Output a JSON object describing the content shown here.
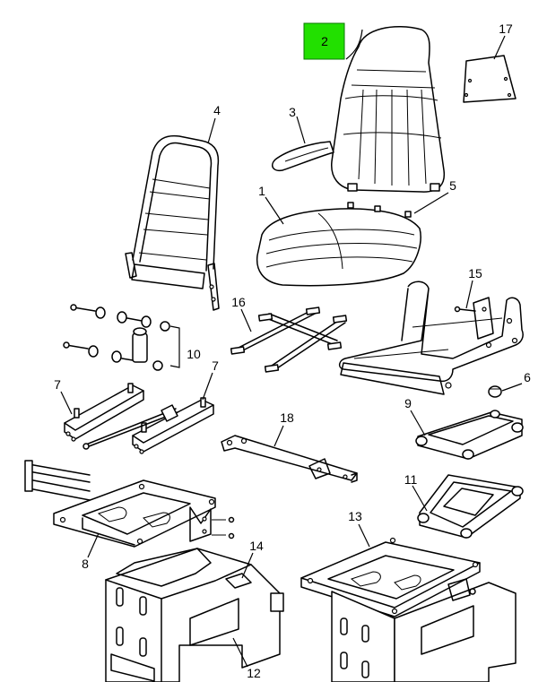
{
  "diagram": {
    "highlight_color": "#22e000",
    "callouts": {
      "c1": "1",
      "c2": "2",
      "c3": "3",
      "c4": "4",
      "c5": "5",
      "c6": "6",
      "c7a": "7",
      "c7b": "7",
      "c8": "8",
      "c9": "9",
      "c10": "10",
      "c11": "11",
      "c12": "12",
      "c13": "13",
      "c14": "14",
      "c15": "15",
      "c16": "16",
      "c17": "17",
      "c18": "18"
    },
    "highlighted_callout": "2"
  }
}
